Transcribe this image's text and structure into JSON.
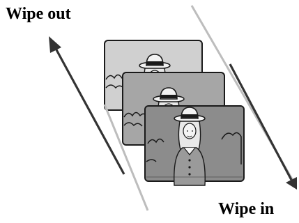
{
  "labels": {
    "wipe_out": "Wipe out",
    "wipe_in": "Wipe in"
  },
  "frames": [
    {
      "name": "frame-back",
      "tone": "#d0d0d0"
    },
    {
      "name": "frame-middle",
      "tone": "#a6a6a6"
    },
    {
      "name": "frame-front",
      "tone": "#8c8c8c"
    }
  ],
  "colors": {
    "dark_arrow": "#333333",
    "light_line": "#bdbdbd",
    "outline": "#1a1a1a"
  },
  "icons": {
    "wipe_out_arrow": "arrow-up-left",
    "wipe_in_arrow": "arrow-down-right"
  }
}
